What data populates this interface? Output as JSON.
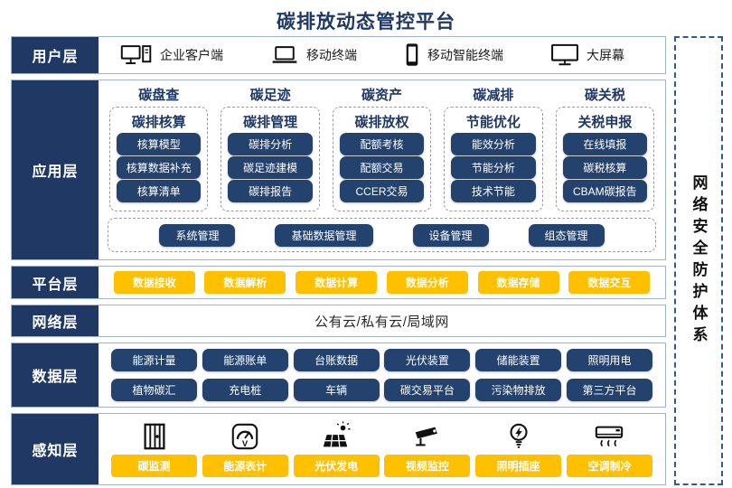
{
  "title": "碳排放动态管控平台",
  "colors": {
    "navy_block": "#1F3864",
    "navy_button": "#24426E",
    "amber": "#FFC000",
    "band_border": "#9FB3C9",
    "dashed_blue": "#2E5B97"
  },
  "security_bar": {
    "label": "网络安全防护体系"
  },
  "layers": {
    "user": {
      "label": "用户层",
      "items": [
        {
          "icon": "desktop-pc-icon",
          "label": "企业客户端"
        },
        {
          "icon": "laptop-icon",
          "label": "移动终端"
        },
        {
          "icon": "smartphone-icon",
          "label": "移动智能终端"
        },
        {
          "icon": "monitor-icon",
          "label": "大屏幕"
        }
      ]
    },
    "app": {
      "label": "应用层",
      "columns": [
        {
          "header": "碳盘查",
          "subheader": "碳排核算",
          "items": [
            "核算模型",
            "核算数据补充",
            "核算清单"
          ]
        },
        {
          "header": "碳足迹",
          "subheader": "碳排管理",
          "items": [
            "碳排分析",
            "碳足迹建模",
            "碳排报告"
          ]
        },
        {
          "header": "碳资产",
          "subheader": "碳排放权",
          "items": [
            "配额考核",
            "配额交易",
            "CCER交易"
          ]
        },
        {
          "header": "碳减排",
          "subheader": "节能优化",
          "items": [
            "能效分析",
            "节能分析",
            "技术节能"
          ]
        },
        {
          "header": "碳关税",
          "subheader": "关税申报",
          "items": [
            "在线填报",
            "碳税核算",
            "CBAM碳报告"
          ]
        }
      ],
      "management": [
        "系统管理",
        "基础数据管理",
        "设备管理",
        "组态管理"
      ]
    },
    "platform": {
      "label": "平台层",
      "items": [
        "数据接收",
        "数据解析",
        "数据计算",
        "数据分析",
        "数据存储",
        "数据交互"
      ]
    },
    "network": {
      "label": "网络层",
      "content": "公有云/私有云/局域网"
    },
    "data": {
      "label": "数据层",
      "rows": [
        [
          "能源计量",
          "能源账单",
          "台账数据",
          "光伏装置",
          "储能装置",
          "照明用电"
        ],
        [
          "植物碳汇",
          "充电桩",
          "车辆",
          "碳交易平台",
          "污染物排放",
          "第三方平台"
        ]
      ]
    },
    "sensing": {
      "label": "感知层",
      "items": [
        {
          "icon": "carbon-monitor-icon",
          "label": "碳监测"
        },
        {
          "icon": "energy-meter-icon",
          "label": "能源表计"
        },
        {
          "icon": "solar-panel-icon",
          "label": "光伏发电"
        },
        {
          "icon": "cctv-camera-icon",
          "label": "视频监控"
        },
        {
          "icon": "light-bulb-icon",
          "label": "照明插座"
        },
        {
          "icon": "air-conditioner-icon",
          "label": "空调制冷"
        }
      ]
    }
  }
}
